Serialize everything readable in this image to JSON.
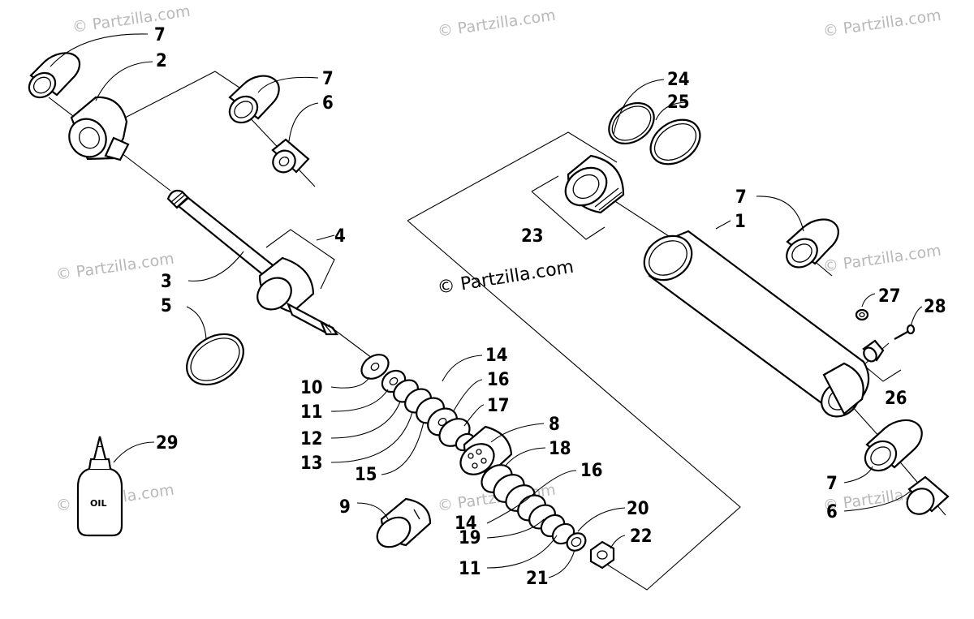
{
  "watermark": "© Partzilla.com",
  "bottle_label": "OIL",
  "callouts": {
    "c1": "1",
    "c2": "2",
    "c3": "3",
    "c4": "4",
    "c5": "5",
    "c6a": "6",
    "c6b": "6",
    "c7a": "7",
    "c7b": "7",
    "c7c": "7",
    "c7d": "7",
    "c8": "8",
    "c9": "9",
    "c10": "10",
    "c11a": "11",
    "c11b": "11",
    "c12": "12",
    "c13": "13",
    "c14a": "14",
    "c14b": "14",
    "c15": "15",
    "c16a": "16",
    "c16b": "16",
    "c17": "17",
    "c18": "18",
    "c19": "19",
    "c20": "20",
    "c21": "21",
    "c22": "22",
    "c23": "23",
    "c24": "24",
    "c25": "25",
    "c26": "26",
    "c27": "27",
    "c28": "28",
    "c29": "29"
  }
}
